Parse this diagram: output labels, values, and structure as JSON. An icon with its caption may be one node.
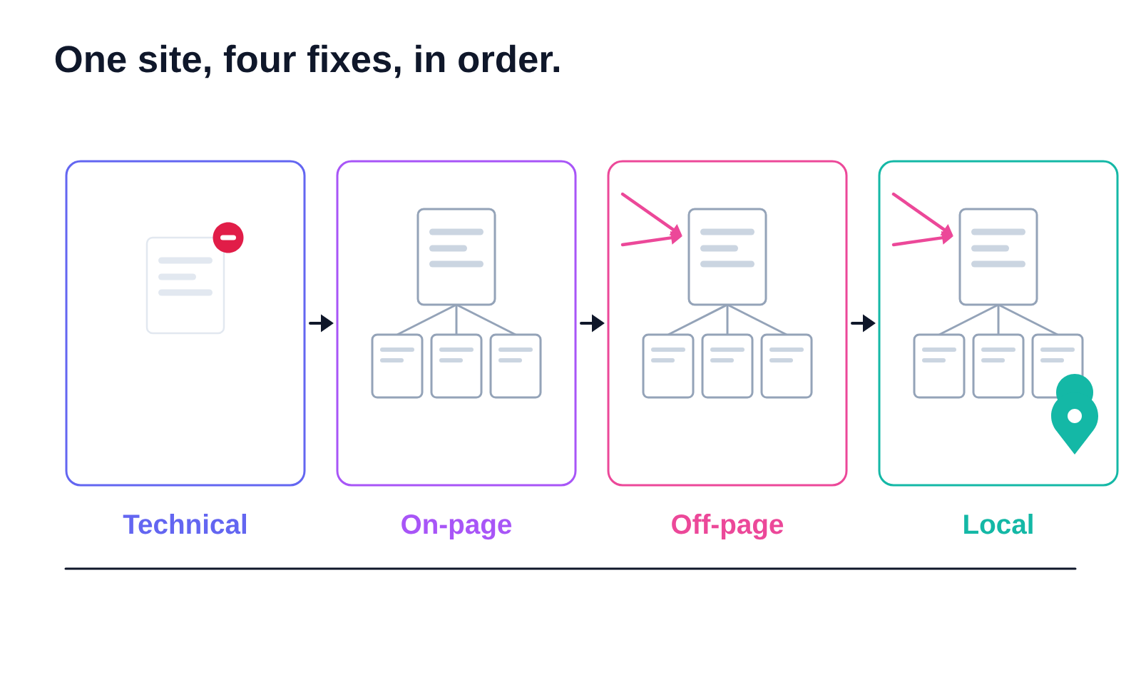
{
  "diagram": {
    "title": "One site, four fixes, in order.",
    "nodes": [
      {
        "text": [
          "Technical"
        ]
      },
      {
        "text": [
          "On-page"
        ]
      },
      {
        "text": [
          "Off-page"
        ]
      },
      {
        "text": [
          "Local"
        ]
      }
    ],
    "edges": [
      {
        "from": 0,
        "to": 1,
        "arrow": "to"
      },
      {
        "from": 1,
        "to": 2,
        "arrow": "to"
      },
      {
        "from": 2,
        "to": 3,
        "arrow": "to"
      }
    ]
  }
}
